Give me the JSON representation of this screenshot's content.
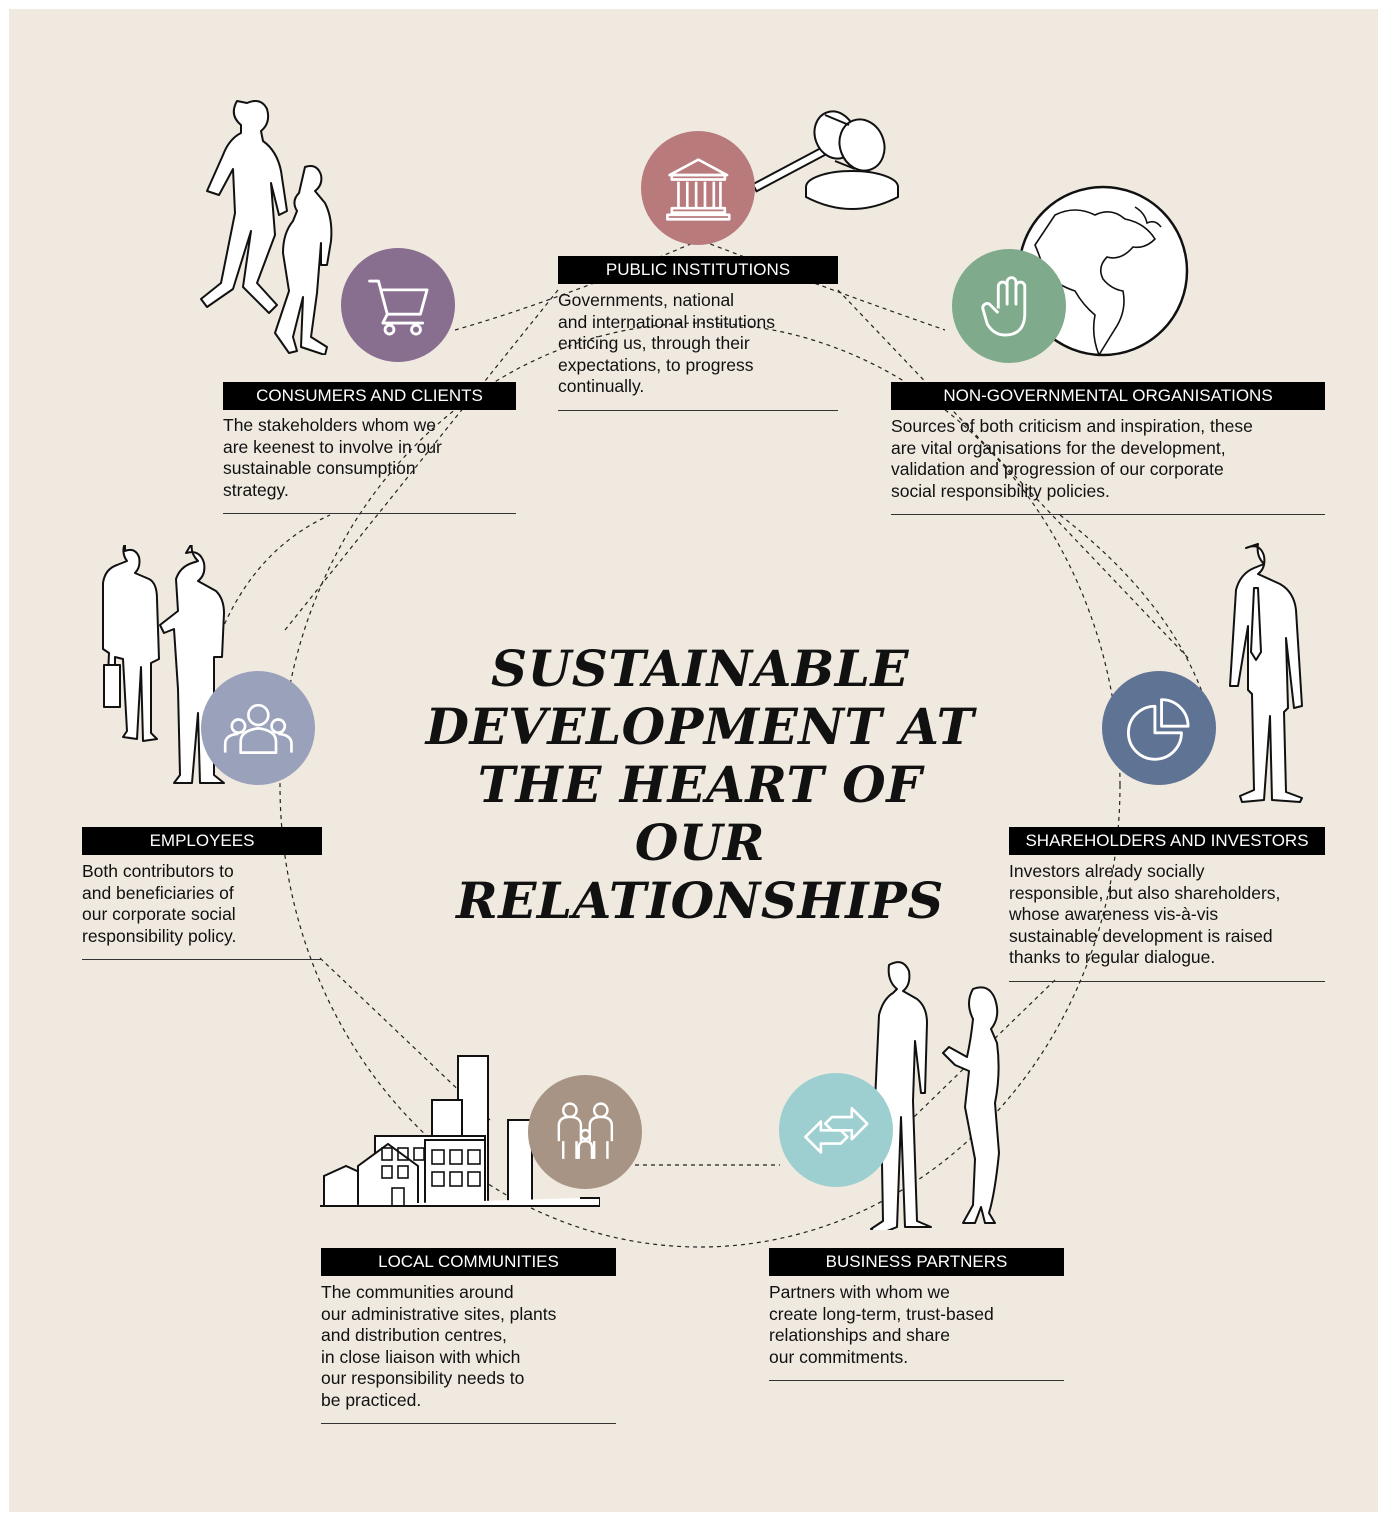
{
  "title": "SUSTAINABLE\nDEVELOPMENT AT\nTHE HEART OF OUR\nRELATIONSHIPS",
  "colors": {
    "background": "#efe9df",
    "public": "#b97a7c",
    "consumers": "#886e8f",
    "ngo": "#7faa8c",
    "employees": "#9aa1bb",
    "shareholders": "#5f7394",
    "communities": "#a79484",
    "partners": "#9dcfd0"
  },
  "stakeholders": {
    "public": {
      "label": "PUBLIC INSTITUTIONS",
      "text": "Governments, national\nand international institutions\nenticing us, through their\nexpectations, to progress\ncontinually.",
      "icon": "bank-icon"
    },
    "consumers": {
      "label": "CONSUMERS AND CLIENTS",
      "text": "The stakeholders whom we\nare keenest to involve in our\nsustainable consumption\nstrategy.",
      "icon": "cart-icon"
    },
    "ngo": {
      "label": "NON-GOVERNMENTAL ORGANISATIONS",
      "text": "Sources of both criticism and inspiration, these\nare vital organisations for the development,\nvalidation and progression of our corporate\nsocial responsibility policies.",
      "icon": "hand-icon"
    },
    "employees": {
      "label": "EMPLOYEES",
      "text": "Both contributors to\nand beneficiaries of\nour corporate social\nresponsibility policy.",
      "icon": "people-icon"
    },
    "shareholders": {
      "label": "SHAREHOLDERS AND INVESTORS",
      "text": "Investors already socially\nresponsible, but also shareholders,\nwhose awareness vis-à-vis\nsustainable development is raised\nthanks to regular dialogue.",
      "icon": "pie-chart-icon"
    },
    "communities": {
      "label": "LOCAL COMMUNITIES",
      "text": "The communities around\nour administrative sites, plants\nand distribution centres,\nin close liaison with which\nour responsibility needs to\nbe practiced.",
      "icon": "family-icon"
    },
    "partners": {
      "label": "BUSINESS PARTNERS",
      "text": "Partners with whom we\ncreate long-term, trust-based\nrelationships and share\nour commitments.",
      "icon": "arrows-exchange-icon"
    }
  }
}
